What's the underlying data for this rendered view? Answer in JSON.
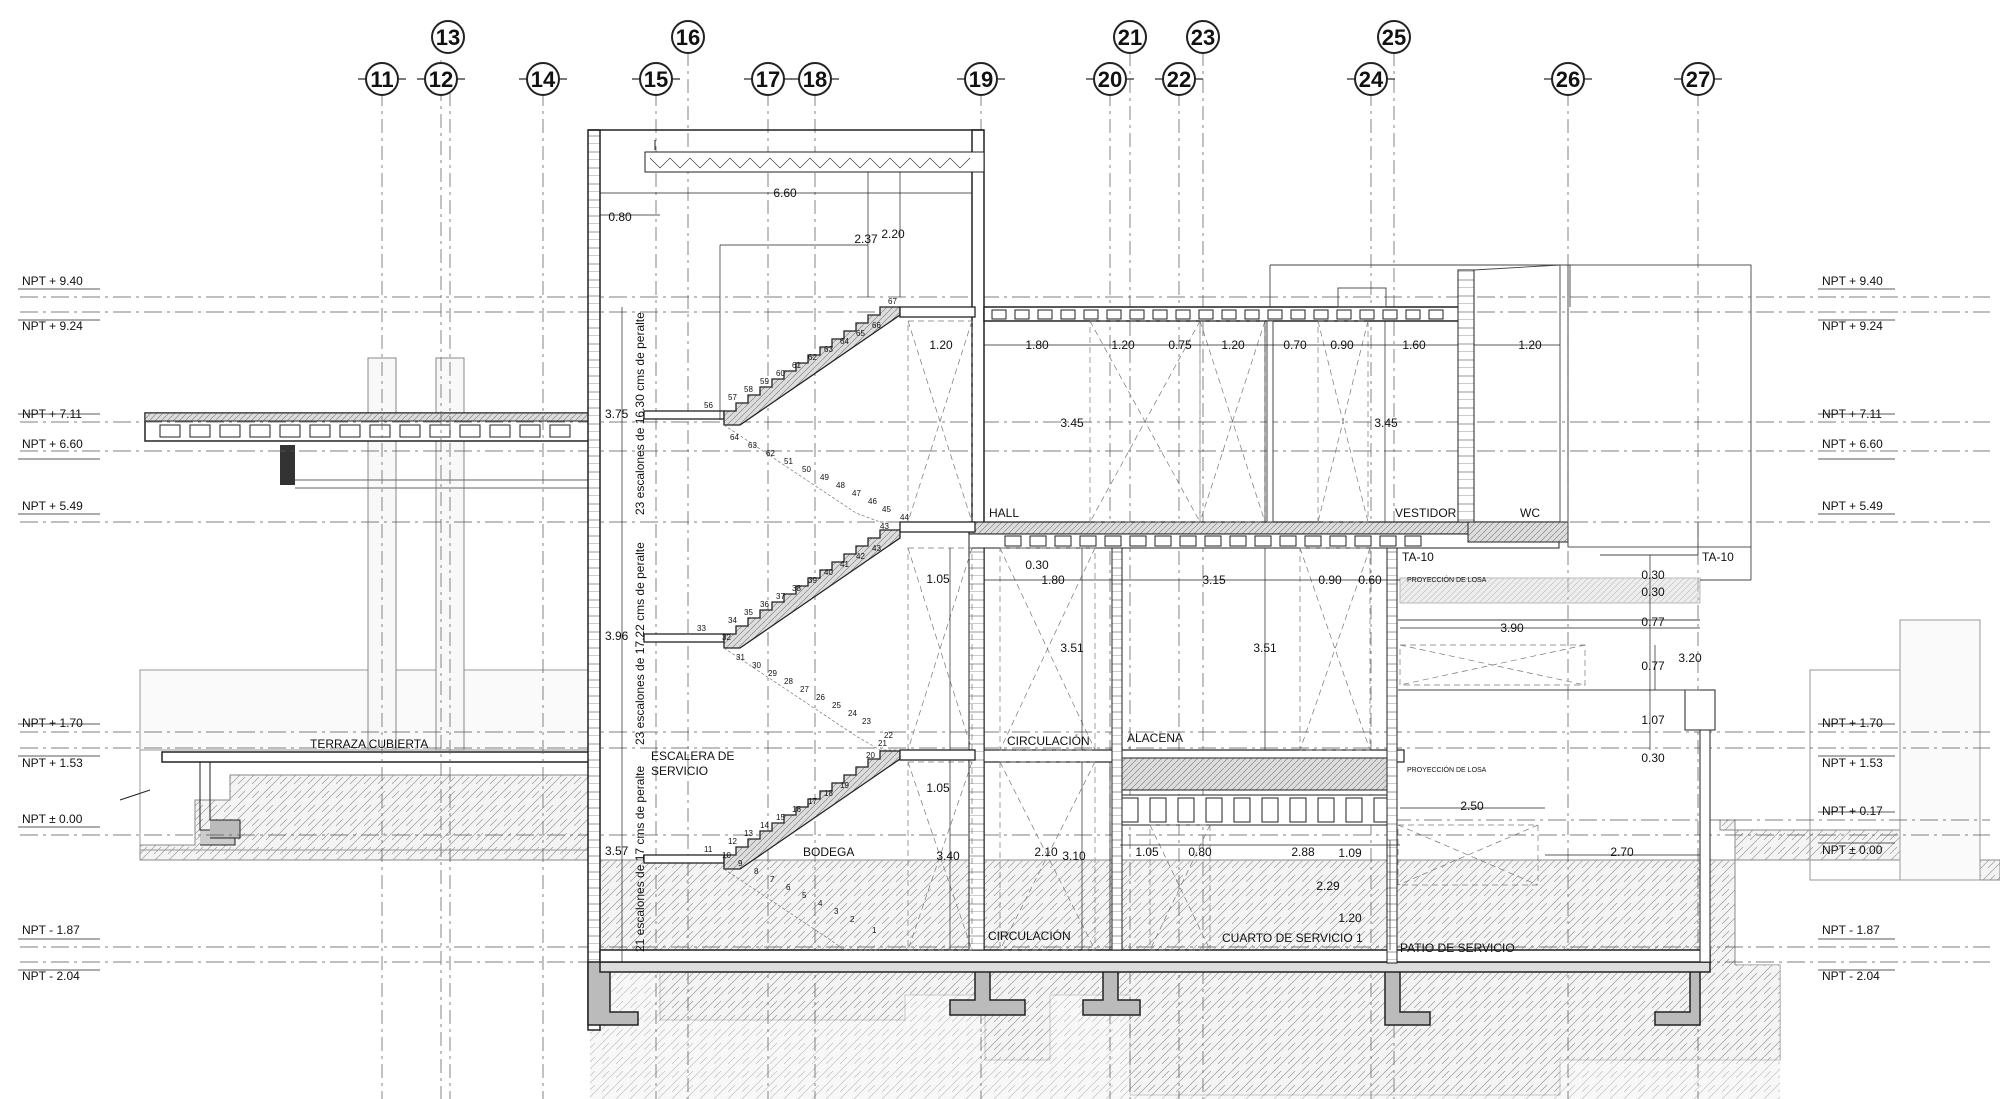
{
  "axes_bottom": [
    "11",
    "12",
    "14",
    "15",
    "17",
    "18",
    "19",
    "20",
    "22",
    "24",
    "26",
    "27"
  ],
  "axes_top": [
    "13",
    "16",
    "21",
    "23",
    "25"
  ],
  "levels": [
    "NPT + 9.40",
    "NPT + 9.24",
    "NPT + 7.11",
    "NPT + 6.60",
    "NPT + 5.49",
    "NPT + 1.70",
    "NPT + 1.53",
    "NPT ± 0.00",
    "NPT - 1.87",
    "NPT - 2.04"
  ],
  "levels_right_extra": [
    "NPT + 0.17"
  ],
  "rooms": {
    "terraza": "TERRAZA CUBIERTA",
    "escalera": "ESCALERA DE\nSERVICIO",
    "escalera_l1": "ESCALERA DE",
    "escalera_l2": "SERVICIO",
    "bodega": "BODEGA",
    "circulacion_1": "CIRCULACIÓN",
    "circulacion_2": "CIRCULACIÓN",
    "alacena": "ALACENA",
    "cuarto": "CUARTO DE SERVICIO 1",
    "patio": "PATIO DE SERVICIO",
    "hall": "HALL",
    "vestidor": "VESTIDOR",
    "wc": "WC",
    "ta10_a": "TA-10",
    "ta10_b": "TA-10",
    "proy_1": "PROYECCIÓN DE LOSA",
    "proy_2": "PROYECCIÓN DE LOSA"
  },
  "stair_notes": {
    "flight_top": "23 escalones de 16.30 cms de peralte",
    "flight_mid": "23 escalones de 17.22 cms de peralte",
    "flight_low": "21 escalones de 17 cms de peralte",
    "height_top": "3.75",
    "height_mid": "3.96",
    "height_low": "3.57"
  },
  "dimensions": {
    "d660": "6.60",
    "d080": "0.80",
    "d237": "2.37",
    "d220": "2.20",
    "d120a": "1.20",
    "d180a": "1.80",
    "d120b": "1.20",
    "d075": "0.75",
    "d120c": "1.20",
    "d070": "0.70",
    "d090a": "0.90",
    "d160": "1.60",
    "d120d": "1.20",
    "d345a": "3.45",
    "d345b": "3.45",
    "d105a": "1.05",
    "d030a": "0.30",
    "d180b": "1.80",
    "d351a": "3.51",
    "d315": "3.15",
    "d351b": "3.51",
    "d090b": "0.90",
    "d060": "0.60",
    "d390": "3.90",
    "d030b": "0.30",
    "d030c": "0.30",
    "d077a": "0.77",
    "d077b": "0.77",
    "d320": "3.20",
    "d107": "1.07",
    "d030d": "0.30",
    "d105b": "1.05",
    "d340": "3.40",
    "d210": "2.10",
    "d310": "3.10",
    "d105c": "1.05",
    "d080b": "0.80",
    "d288": "2.88",
    "d109": "1.09",
    "d229": "2.29",
    "d120e": "1.20",
    "d250": "2.50",
    "d270": "2.70"
  },
  "steps_upper": [
    "56",
    "57",
    "58",
    "59",
    "60",
    "61",
    "62",
    "63",
    "64",
    "65",
    "66",
    "67"
  ],
  "steps_upper_down": [
    "64",
    "63",
    "62",
    "51",
    "50",
    "49",
    "48",
    "47",
    "46",
    "45",
    "44",
    "43"
  ],
  "steps_mid": [
    "33",
    "34",
    "35",
    "36",
    "37",
    "38",
    "39",
    "40",
    "41",
    "42",
    "43"
  ],
  "steps_mid_down": [
    "32",
    "31",
    "30",
    "29",
    "28",
    "27",
    "26",
    "25",
    "24",
    "23",
    "22",
    "21"
  ],
  "steps_low": [
    "11",
    "12",
    "13",
    "14",
    "15",
    "16",
    "17",
    "18",
    "19",
    "20"
  ],
  "steps_low_down": [
    "10",
    "9",
    "8",
    "7",
    "6",
    "5",
    "4",
    "3",
    "2",
    "1"
  ]
}
